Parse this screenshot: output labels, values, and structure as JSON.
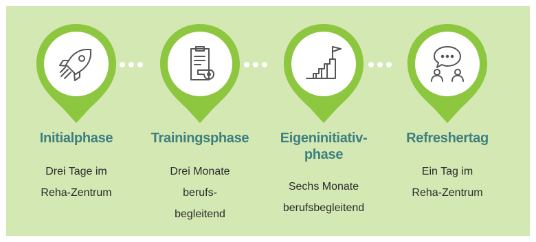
{
  "colors": {
    "background": "#d3e8b3",
    "pin_outer": "#8dc63f",
    "pin_inner": "#ffffff",
    "icon_stroke": "#555555",
    "title": "#3f7f80",
    "text": "#2b2b2b"
  },
  "phases": [
    {
      "icon": "rocket-icon",
      "title_lines": [
        "Initialphase"
      ],
      "desc_lines": [
        "Drei Tage im",
        "Reha-Zentrum"
      ]
    },
    {
      "icon": "clipboard-whistle-icon",
      "title_lines": [
        "Trainingsphase"
      ],
      "desc_lines": [
        "Drei Monate",
        "berufs-",
        "begleitend"
      ]
    },
    {
      "icon": "stairs-flag-icon",
      "title_lines": [
        "Eigeninitiativ-",
        "phase"
      ],
      "desc_lines": [
        "Sechs Monate",
        "berufsbegleitend"
      ]
    },
    {
      "icon": "people-chat-icon",
      "title_lines": [
        "Refreshertag"
      ],
      "desc_lines": [
        "Ein Tag im",
        "Reha-Zentrum"
      ]
    }
  ]
}
